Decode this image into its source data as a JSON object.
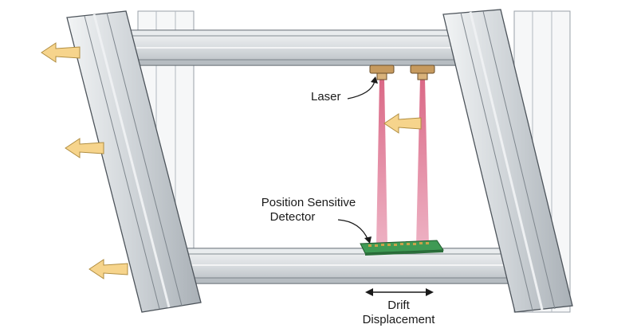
{
  "labels": {
    "laser": "Laser",
    "detector_line1": "Position Sensitive",
    "detector_line2": "Detector",
    "drift_line1": "Drift",
    "drift_line2": "Displacement"
  },
  "colors": {
    "steel_light": "#eef0f2",
    "steel_mid": "#c5cacf",
    "steel_dark": "#8e959c",
    "ghost_column": "#f6f7f8",
    "beam_beam": "#d4d8dc",
    "laser_beam": "#e38aa6",
    "laser_housing": "#b88a52",
    "detector_board": "#3f9a54",
    "motion_arrow": "#f6d48c",
    "motion_arrow_stroke": "#b08d40",
    "outline": "#4d545b"
  },
  "icons": {
    "motion_arrows": "arrow-left-icon",
    "drift_arrow": "double-arrow-horizontal-icon",
    "leader": "curved-arrow-icon"
  }
}
